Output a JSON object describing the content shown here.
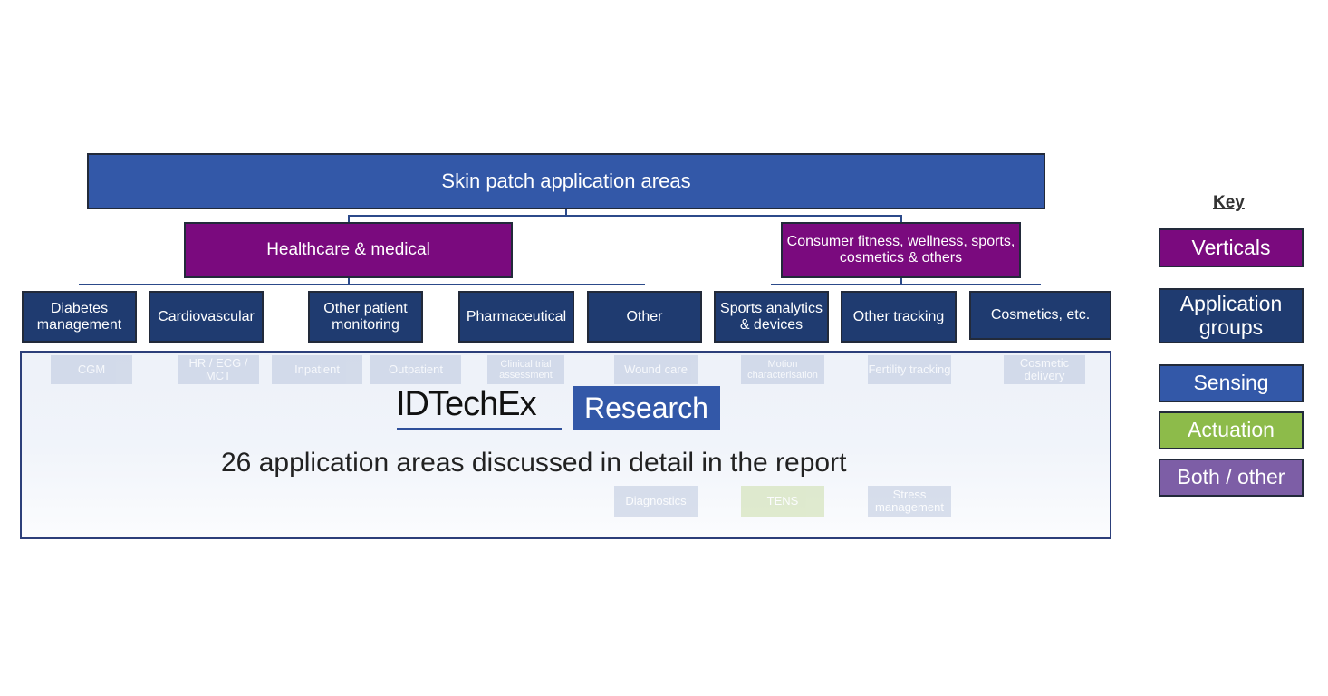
{
  "title": "Skin patch application areas",
  "verticals": [
    "Healthcare & medical",
    "Consumer fitness, wellness, sports, cosmetics & others"
  ],
  "groups": [
    "Diabetes management",
    "Cardiovascular",
    "Other patient monitoring",
    "Pharmaceutical",
    "Other",
    "Sports analytics & devices",
    "Other tracking",
    "Cosmetics, etc."
  ],
  "faded_items": [
    "CGM",
    "HR / ECG / MCT",
    "Inpatient",
    "Outpatient",
    "Clinical trial assessment",
    "Wound care",
    "Motion characterisation",
    "Fertility tracking",
    "Cosmetic delivery",
    "Diagnostics",
    "TENS",
    "Stress management"
  ],
  "logo": {
    "name": "IDTechEx",
    "tag": "Research"
  },
  "caption": "26 application areas discussed in detail in the report",
  "key": {
    "title": "Key",
    "items": [
      "Verticals",
      "Application groups",
      "Sensing",
      "Actuation",
      "Both / other"
    ]
  },
  "colors": {
    "verticals": "#7a0a7e",
    "groups": "#1f3b70",
    "sensing": "#3358a8",
    "actuation": "#8dbb4a",
    "both": "#7d5ea6"
  }
}
